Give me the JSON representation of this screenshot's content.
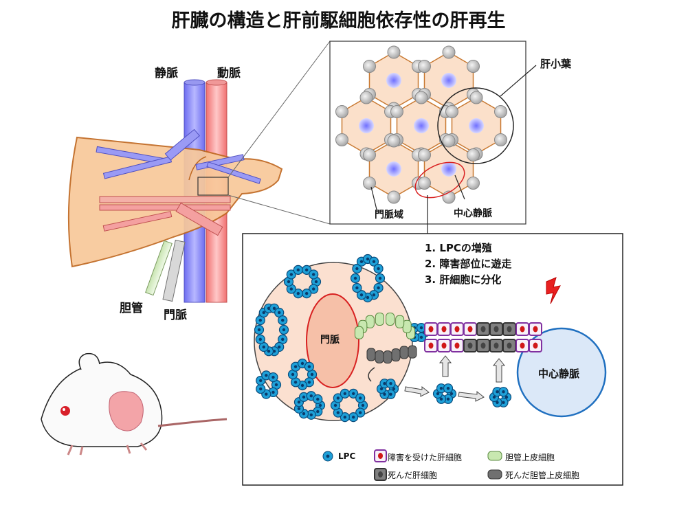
{
  "title": "肝臓の構造と肝前駆細胞依存性の肝再生",
  "anatomy": {
    "vein": "静脈",
    "artery": "動脈",
    "bile_duct": "胆管",
    "portal_vein": "門脈"
  },
  "lobule_panel": {
    "lobule": "肝小葉",
    "portal_area": "門脈域",
    "central_vein": "中心静脈"
  },
  "detail_panel": {
    "steps": [
      "1. LPCの増殖",
      "2. 障害部位に遊走",
      "3. 肝細胞に分化"
    ],
    "portal_vein": "門脈",
    "central_vein": "中心静脈"
  },
  "legend": [
    {
      "label": "LPC",
      "icon": "lpc-cell-icon"
    },
    {
      "label": "障害を受けた肝細胞",
      "icon": "damaged-hepatocyte-icon"
    },
    {
      "label": "胆管上皮細胞",
      "icon": "bile-epithelial-cell-icon"
    },
    {
      "label": "死んだ肝細胞",
      "icon": "dead-hepatocyte-icon"
    },
    {
      "label": "死んだ胆管上皮細胞",
      "icon": "dead-bile-epithelial-icon"
    }
  ],
  "colors": {
    "liver": "#f8c89a",
    "vein": "#8c8cf5",
    "artery": "#f08c8c",
    "lpc": "#1ea0d8",
    "damaged_hepatocyte_border": "#8030a0",
    "central_vein_fill": "#dbe8f8"
  }
}
